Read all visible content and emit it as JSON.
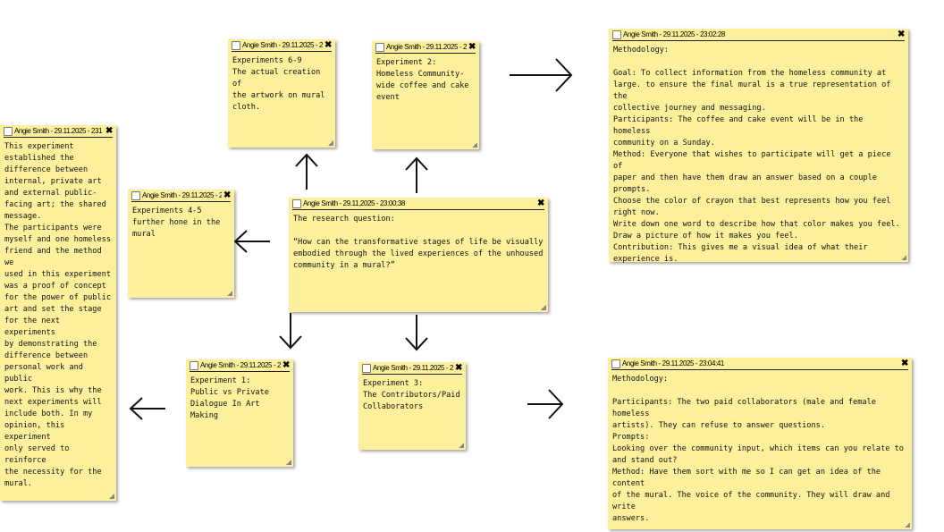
{
  "notes": [
    {
      "id": "left",
      "header": "Angie Smith - 29.11.2025 - 231",
      "body": "This experiment\nestablished the\ndifference between\ninternal, private art\nand external public-\nfacing art; the shared\nmessage.\nThe participants were\nmyself and one homeless\nfriend and the method we\nused in this experiment\nwas a proof of concept\nfor the power of public\nart and set the stage\nfor the next experiments\nby demonstrating the\ndifference between\npersonal work and public\nwork. This is why the\nnext experiments will\ninclude both. In my\nopinion, this experiment\nonly served to reinforce\nthe necessity for the\nmural."
    },
    {
      "id": "exp45",
      "header": "Angie Smith - 29.11.2025 - 2",
      "body": "Experiments 4-5\nfurther hone in the\nmural"
    },
    {
      "id": "exp69",
      "header": "Angie Smith - 29.11.2025 - 2",
      "body": "Experiments 6-9\nThe actual creation of\nthe artwork on mural\ncloth."
    },
    {
      "id": "exp2",
      "header": "Angie Smith - 29.11.2025 - 2",
      "body": "Experiment 2:\nHomeless Community-\nwide coffee and cake\nevent"
    },
    {
      "id": "center",
      "header": "Angie Smith - 29.11.2025 - 23:00:38",
      "body": "The research question:\n\n“How can the transformative stages of life be visually\nembodied through the lived experiences of the unhoused\ncommunity in a mural?”"
    },
    {
      "id": "topright",
      "header": "Angie Smith - 29.11.2025 - 23:02:28",
      "body": "Methodology:\n\nGoal: To collect information from the homeless community at\nlarge. to ensure the final mural is a true representation of the\ncollective journey and messaging.\nParticipants: The coffee and cake event will be in the homeless\ncommunity on a Sunday.\nMethod: Everyone that wishes to participate will get a piece of\npaper and then have them draw an answer based on a couple\nprompts.\nChoose the color of crayon that best represents how you feel\nright now.\nWrite down one word to describe how that color makes you feel.\nDraw a picture of how it makes you feel.\nContribution: This gives me a visual idea of what their\nexperience is."
    },
    {
      "id": "exp1",
      "header": "Angie Smith - 29.11.2025 - 2",
      "body": "Experiment 1:\nPublic vs Private\nDialogue In Art Making"
    },
    {
      "id": "exp3",
      "header": "Angie Smith - 29.11.2025 - 2",
      "body": "Experiment 3:\nThe Contributors/Paid\nCollaborators"
    },
    {
      "id": "bottomright",
      "header": "Angie Smith - 29.11.2025 - 23:04:41",
      "body": "Methodology:\n\nParticipants: The two paid collaborators (male and female homeless\nartists). They can refuse to answer questions.\nPrompts:\nLooking over the community input, which items can you relate to\nand stand out?\nMethod: Have them sort with me so I can get an idea of the content\nof the mural. The voice of the community. They will draw and write\nanswers."
    }
  ],
  "colors": {
    "note": "#fdf09c"
  }
}
